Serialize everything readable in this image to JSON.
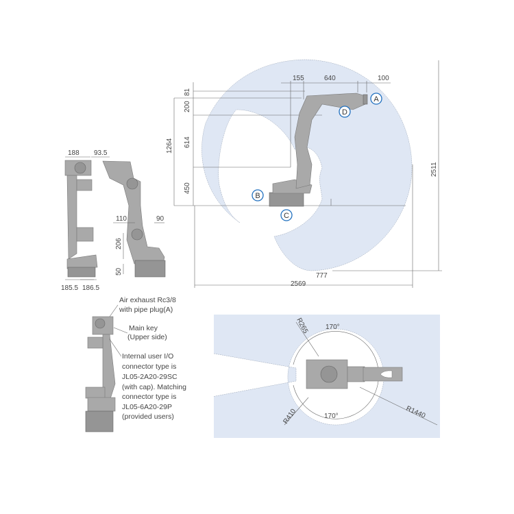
{
  "colors": {
    "envelope": "#dfe7f4",
    "robot": "#a9a9a9",
    "label_ring": "#1f6fbf"
  },
  "side_view": {
    "dims": {
      "d155": "155",
      "d640": "640",
      "d100": "100",
      "d81": "81",
      "d200": "200",
      "d1264": "1264",
      "d614": "614",
      "d450": "450",
      "d2511": "2511",
      "d2569": "2569",
      "d777": "777"
    },
    "points": [
      "A",
      "B",
      "C",
      "D"
    ]
  },
  "small_views": {
    "dims": {
      "d188": "188",
      "d93_5": "93.5",
      "d110": "110",
      "d90": "90",
      "d206": "206",
      "d50": "50",
      "d185_5": "185.5",
      "d186_5": "186.5"
    }
  },
  "back_view": {
    "notes": {
      "air_exhaust": [
        "Air exhaust Rc3/8",
        "with pipe plug(A)"
      ],
      "main_key": [
        "Main key",
        "(Upper side)"
      ],
      "io": [
        "Internal user I/O",
        "connector type is",
        "JL05-2A20-29SC",
        "(with cap). Matching",
        "connector type is",
        "JL05-6A20-29P",
        "(provided users)"
      ]
    }
  },
  "top_view": {
    "dims": {
      "r265": "R265",
      "r410": "R410",
      "r1440": "R1440",
      "angle_top": "170°",
      "angle_bottom": "170°"
    }
  }
}
